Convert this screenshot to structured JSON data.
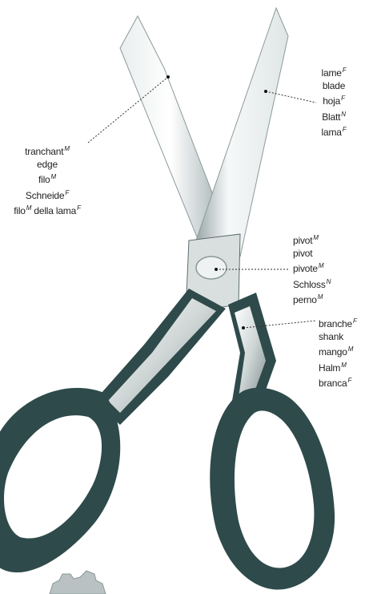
{
  "annotations": {
    "blade": {
      "lines": [
        {
          "text": "lame",
          "gender": "F"
        },
        {
          "text": "blade",
          "gender": ""
        },
        {
          "text": "hoja",
          "gender": "F"
        },
        {
          "text": "Blatt",
          "gender": "N"
        },
        {
          "text": "lama",
          "gender": "F"
        }
      ]
    },
    "edge": {
      "lines": [
        {
          "text": "tranchant",
          "gender": "M"
        },
        {
          "text": "edge",
          "gender": ""
        },
        {
          "text": "filo",
          "gender": "M"
        },
        {
          "text": "Schneide",
          "gender": "F"
        },
        {
          "text": "filo",
          "gender": "M",
          "text2": "della lama",
          "gender2": "F"
        }
      ]
    },
    "pivot": {
      "lines": [
        {
          "text": "pivot",
          "gender": "M"
        },
        {
          "text": "pivot",
          "gender": ""
        },
        {
          "text": "pivote",
          "gender": "M"
        },
        {
          "text": "Schloss",
          "gender": "N"
        },
        {
          "text": "perno",
          "gender": "M"
        }
      ]
    },
    "shank": {
      "lines": [
        {
          "text": "branche",
          "gender": "F"
        },
        {
          "text": "shank",
          "gender": ""
        },
        {
          "text": "mango",
          "gender": "M"
        },
        {
          "text": "Halm",
          "gender": "M"
        },
        {
          "text": "branca",
          "gender": "F"
        }
      ]
    }
  },
  "colors": {
    "steel_light": "#f2f4f4",
    "steel_mid": "#b9c1c2",
    "steel_dark": "#2f4a4a",
    "leader": "#333333"
  }
}
